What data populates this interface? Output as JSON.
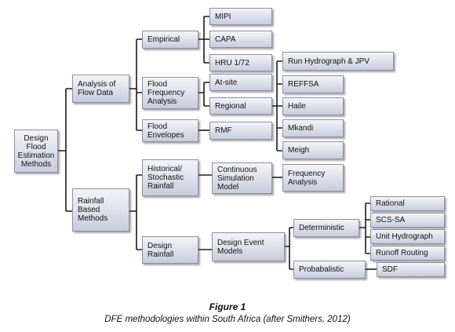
{
  "nodes": {
    "design_flood": "Design\nFlood\nEstimation\nMethods",
    "analysis_flow": "Analysis of\nFlow Data",
    "rainfall_based": "Rainfall\nBased\nMethods",
    "empirical": "Empirical",
    "flood_frequency": "Flood\nFrequency\nAnalysis",
    "flood_envelopes": "Flood\nEnvelopes",
    "historical": "Historical/\nStochastic\nRainfall",
    "design_rainfall": "Design\nRainfall",
    "mipi": "MIPI",
    "capa": "CAPA",
    "hru": "HRU 1/72",
    "at_site": "At-site",
    "regional": "Regional",
    "rmf": "RMF",
    "continuous": "Continuous\nSimulation\nModel",
    "design_event": "Design Event\nModels",
    "run_hydrograph": "Run Hydrograph  & JPV",
    "reffsa": "REFFSA",
    "haile": "Haile",
    "mkandi": "Mkandi",
    "meigh": "Meigh",
    "frequency_analysis": "Frequency\nAnalysis",
    "deterministic": "Deterministic",
    "probabalistic": "Probabalistic",
    "rational": "Rational",
    "scs_sa": "SCS-SA",
    "unit_hydrograph": "Unit Hydrograph",
    "runoff_routing": "Runoff Routing",
    "sdf": "SDF"
  },
  "caption": {
    "title": "Figure 1",
    "subtitle": "DFE methodologies within South Africa (after Smithers, 2012)"
  }
}
